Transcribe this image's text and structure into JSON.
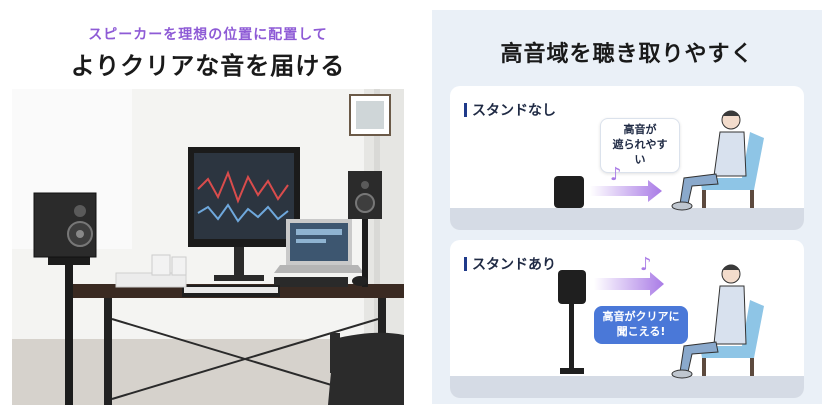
{
  "left": {
    "sub_headline": "スピーカーを理想の位置に配置して",
    "headline": "よりクリアな音を届ける"
  },
  "right": {
    "title": "高音域を聴き取りやすく",
    "without_stand": {
      "label": "スタンドなし",
      "bubble_line1": "高音が",
      "bubble_line2": "遮られやすい"
    },
    "with_stand": {
      "label": "スタンドあり",
      "bubble_line1": "高音がクリアに",
      "bubble_line2": "聞こえる!"
    },
    "music_note_glyph": "♪"
  },
  "colors": {
    "sub_headline": "#8e5bd6",
    "panel_background": "#eaf0f7",
    "label_bar": "#1f3a8a",
    "clear_bubble": "#4a78d8",
    "chair": "#8ec5e6",
    "floor": "#d5dbe5"
  }
}
